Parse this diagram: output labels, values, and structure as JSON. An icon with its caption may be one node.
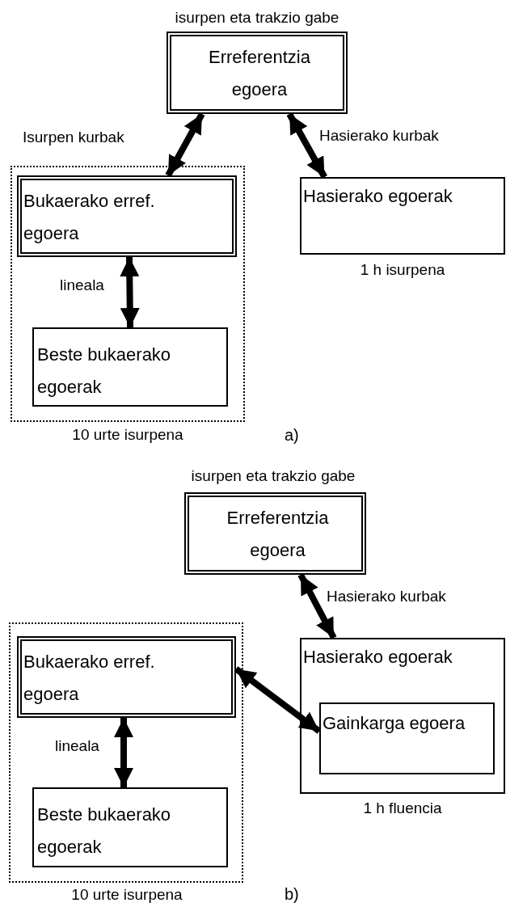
{
  "diagram": {
    "nodes": [
      {
        "text": [
          "Erreferentzia egoera"
        ],
        "beside": [
          "isurpen eta trakzio gabe"
        ]
      },
      {
        "text": [],
        "shape": "box",
        "beside": [
          "10 urte isurpena"
        ]
      },
      {
        "text": [
          "Bukaerako erref. egoera"
        ],
        "in": 1
      },
      {
        "text": [
          "Beste bukaerako egoerak"
        ],
        "in": 1
      },
      {
        "text": [
          "Hasierako egoerak"
        ],
        "beside": [
          "1 h isurpena"
        ]
      },
      {
        "text": [
          "Erreferentzia egoera"
        ],
        "beside": [
          "isurpen eta trakzio gabe"
        ]
      },
      {
        "text": [],
        "shape": "box",
        "beside": [
          "10 urte isurpena"
        ]
      },
      {
        "text": [
          "Bukaerako erref. egoera"
        ],
        "in": 6
      },
      {
        "text": [
          "Beste bukaerako egoerak"
        ],
        "in": 6
      },
      {
        "text": [
          "Hasierako egoerak"
        ],
        "beside": [
          "1 h fluencia"
        ]
      },
      {
        "text": [
          "Gainkarga egoera"
        ],
        "in": 9
      }
    ],
    "edges": [
      {
        "from": 0,
        "to": 2,
        "arrow": "both",
        "label": "Isurpen kurbak"
      },
      {
        "from": 0,
        "to": 4,
        "arrow": "both",
        "label": "Hasierako kurbak"
      },
      {
        "from": 2,
        "to": 3,
        "arrow": "both",
        "label": "lineala"
      },
      {
        "from": 5,
        "to": 9,
        "arrow": "both",
        "label": "Hasierako kurbak"
      },
      {
        "from": 7,
        "to": 10,
        "arrow": "both"
      },
      {
        "from": 7,
        "to": 8,
        "arrow": "both",
        "label": "lineala"
      }
    ],
    "labels": [
      "a)",
      "b)"
    ]
  }
}
